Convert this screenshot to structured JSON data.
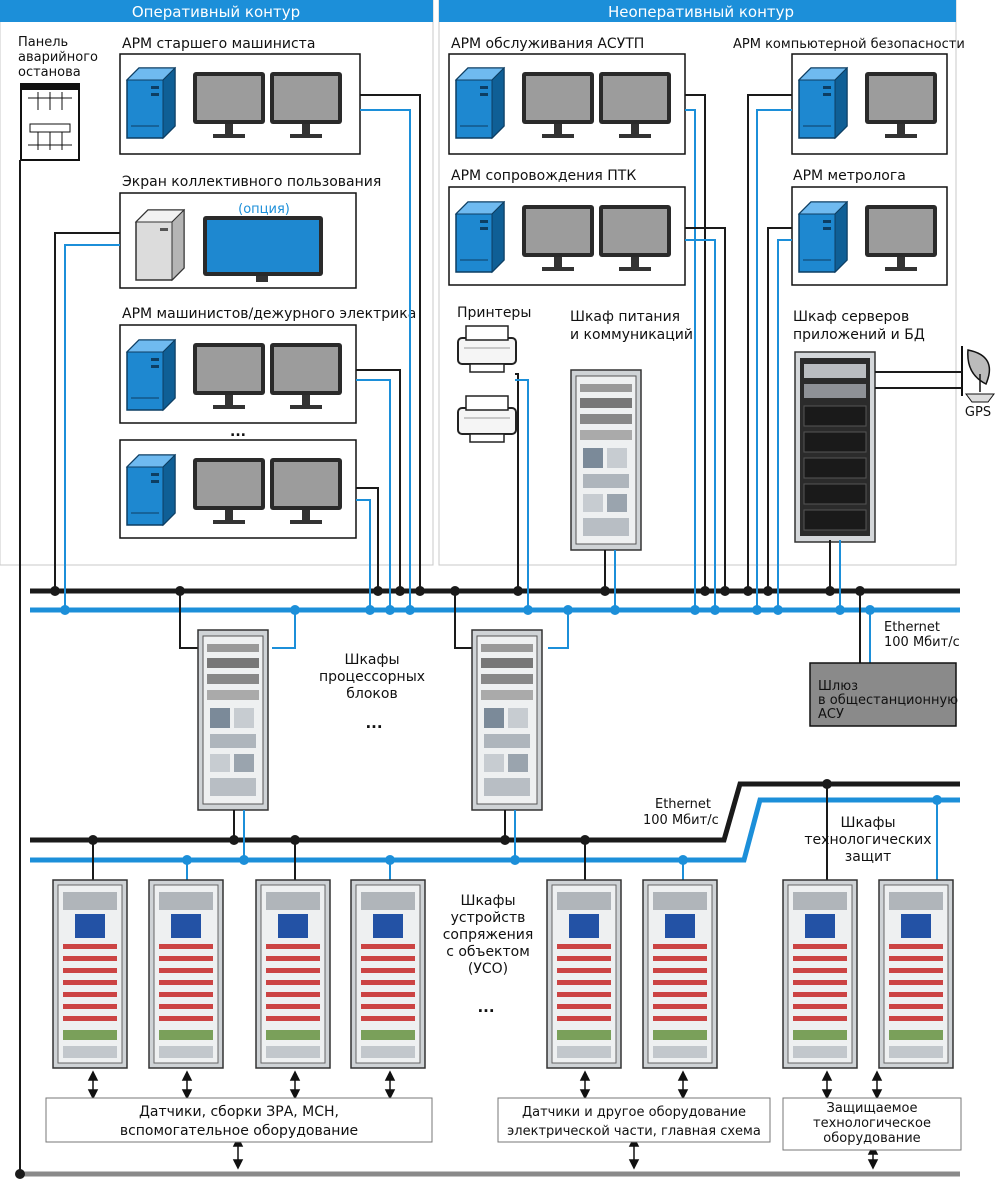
{
  "headers": {
    "operational": "Оперативный контур",
    "non_operational": "Неоперативный контур"
  },
  "panel": {
    "line1": "Панель",
    "line2": "аварийного",
    "line3": "останова"
  },
  "workstations": {
    "senior_driver": "АРМ старшего машиниста",
    "collective_screen": "Экран коллективного пользования",
    "option": "(опция)",
    "drivers": "АРМ машинистов/дежурного электрика",
    "ellipsis": "...",
    "apcs_service": "АРМ обслуживания АСУТП",
    "ptk_support": "АРМ сопровождения ПТК",
    "security": "АРМ компьютерной безопасности",
    "metrologist": "АРМ метролога"
  },
  "cabinets": {
    "printers": "Принтеры",
    "power_comm_1": "Шкаф питания",
    "power_comm_2": "и коммуникаций",
    "servers_1": "Шкаф серверов",
    "servers_2": "приложений и БД",
    "gps": "GPS"
  },
  "network": {
    "eth1_1": "Ethernet",
    "eth1_2": "100 Мбит/с",
    "gateway_1": "Шлюз",
    "gateway_2": "в общестанционную",
    "gateway_3": "АСУ",
    "eth2_1": "Ethernet",
    "eth2_2": "100 Мбит/с"
  },
  "processor": {
    "l1": "Шкафы",
    "l2": "процессорных",
    "l3": "блоков",
    "dots": "..."
  },
  "uso": {
    "l1": "Шкафы",
    "l2": "устройств",
    "l3": "сопряжения",
    "l4": "с объектом",
    "l5": "(УСО)",
    "dots": "..."
  },
  "protection": {
    "l1": "Шкафы",
    "l2": "технологических",
    "l3": "защит"
  },
  "bottom": {
    "b1_1": "Датчики, сборки ЗРА, МСН,",
    "b1_2": "вспомогательное оборудование",
    "b2_1": "Датчики и другое оборудование",
    "b2_2": "электрической части, главная схема",
    "b3_1": "Защищаемое",
    "b3_2": "технологическое",
    "b3_3": "оборудование"
  },
  "colors": {
    "header": "#1c8fd9",
    "blue_line": "#1c8fd9",
    "black_line": "#1a1a1a",
    "gateway": "#8a8a8a",
    "monitor": "#9a9a9a",
    "tower": "#1e88d0"
  }
}
